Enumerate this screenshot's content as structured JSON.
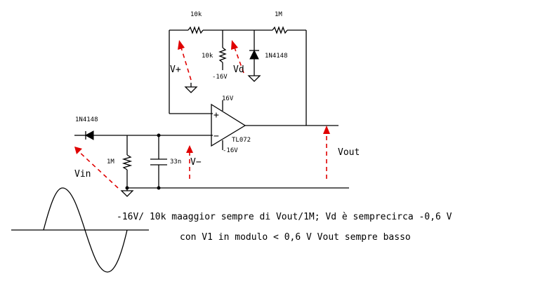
{
  "components": {
    "r_feedback_in": {
      "label": "10k"
    },
    "r_feedback_out": {
      "label": "1M"
    },
    "r_bias": {
      "label": "10k",
      "supply": "-16V"
    },
    "diode_feedback": {
      "label": "1N4148"
    },
    "diode_input": {
      "label": "1N4148"
    },
    "r_input": {
      "label": "1M"
    },
    "capacitor": {
      "label": "33n"
    },
    "opamp": {
      "label": "TL072",
      "vpos": "16V",
      "vneg": "-16V",
      "plus": "+",
      "minus": "−"
    }
  },
  "measurements": {
    "vplus": "V+",
    "vd": "Vd",
    "vminus": "V−",
    "vin": "Vin",
    "vout": "Vout"
  },
  "notes": {
    "line1": "-16V/ 10k maaggior sempre di  Vout/1M; Vd è semprecirca  -0,6 V",
    "line2": "con V1 in modulo <  0,6 V Vout sempre basso"
  }
}
